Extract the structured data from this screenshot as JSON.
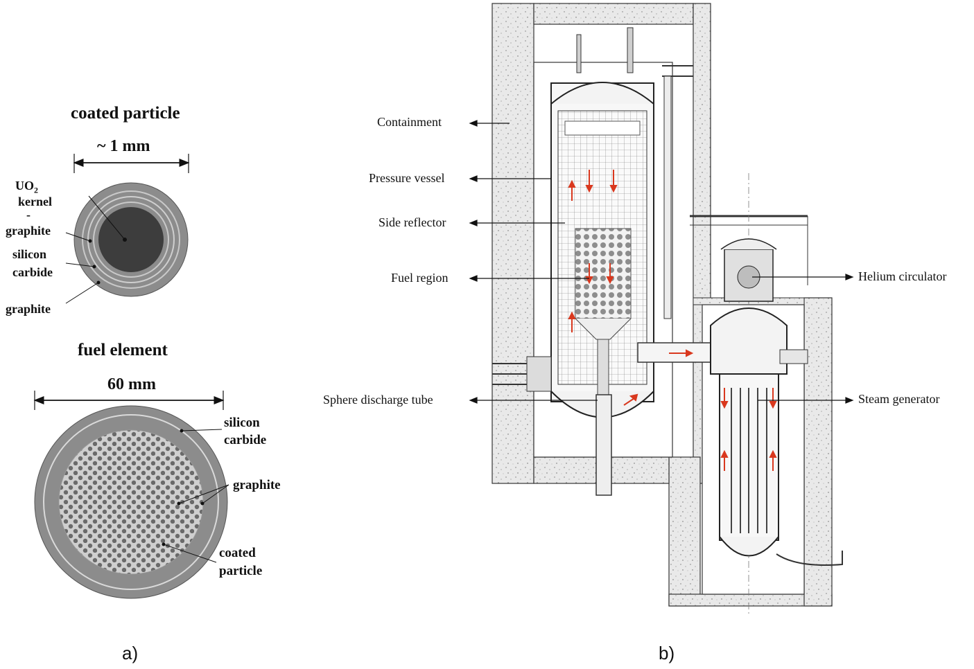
{
  "panel_a": {
    "caption": "a)",
    "coated_particle": {
      "title": "coated particle",
      "dimension": "~ 1 mm",
      "labels": {
        "kernel_line1": "UO",
        "kernel_sub": "2",
        "kernel_line2": "kernel",
        "dash": "-",
        "graphite_inner": "graphite",
        "silicon_line1": "silicon",
        "silicon_line2": "carbide",
        "graphite_outer": "graphite"
      }
    },
    "fuel_element": {
      "title": "fuel element",
      "dimension": "60 mm",
      "labels": {
        "silicon_line1": "silicon",
        "silicon_line2": "carbide",
        "graphite": "graphite",
        "coated_line1": "coated",
        "coated_line2": "particle"
      }
    }
  },
  "panel_b": {
    "caption": "b)",
    "labels": {
      "containment": "Containment",
      "pressure_vessel": "Pressure vessel",
      "side_reflector": "Side reflector",
      "fuel_region": "Fuel region",
      "sphere_discharge_tube": "Sphere discharge tube",
      "helium_circulator": "Helium circulator",
      "steam_generator": "Steam generator"
    },
    "colors": {
      "flow_arrows": "#d9381e",
      "concrete": "#e6e6e6",
      "fuel_pebbles": "#9a9a9a"
    }
  }
}
